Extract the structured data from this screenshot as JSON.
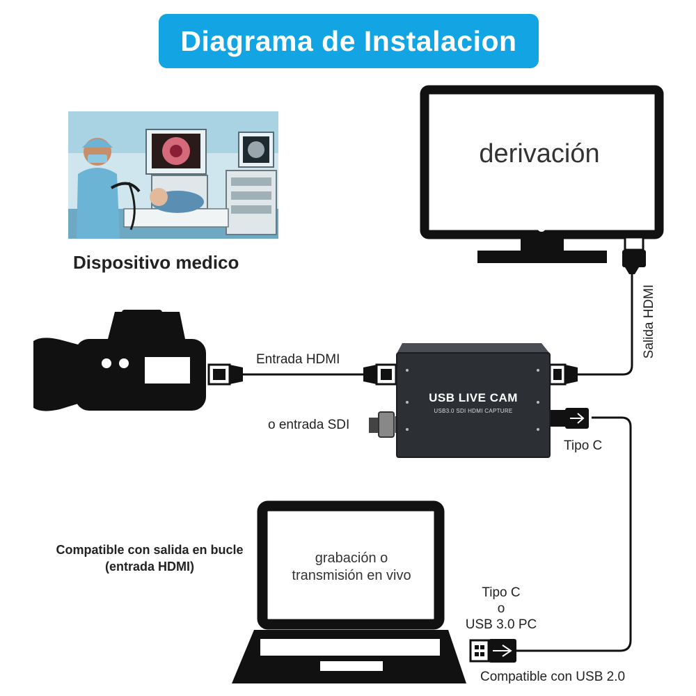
{
  "title": "Diagrama de Instalacion",
  "medical_device": {
    "caption": "Dispositivo medico"
  },
  "monitor": {
    "label": "derivación"
  },
  "labels": {
    "hdmi_input": "Entrada HDMI",
    "sdi_input": "o entrada SDI",
    "hdmi_output": "Salida HDMI",
    "type_c_right": "Tipo C",
    "loop_compatible": "Compatible con salida en bucle (entrada HDMI)",
    "usb2_compatible": "Compatible con USB 2.0"
  },
  "pc_connection": {
    "line1": "Tipo C",
    "line2": "o",
    "line3": "USB 3.0 PC"
  },
  "laptop": {
    "line1": "grabación o",
    "line2": "transmisión en vivo"
  },
  "capture_device": {
    "name": "USB LIVE CAM",
    "subtitle": "USB3.0 SDI HDMI CAPTURE"
  },
  "colors": {
    "banner": "#12a4e3",
    "device": "#2c2f33",
    "ink": "#111111"
  },
  "icons": [
    "camcorder-icon",
    "monitor-icon",
    "laptop-icon",
    "hdmi-connector-icon",
    "usb-c-connector-icon",
    "usb-a-connector-icon",
    "bnc-connector-icon"
  ]
}
